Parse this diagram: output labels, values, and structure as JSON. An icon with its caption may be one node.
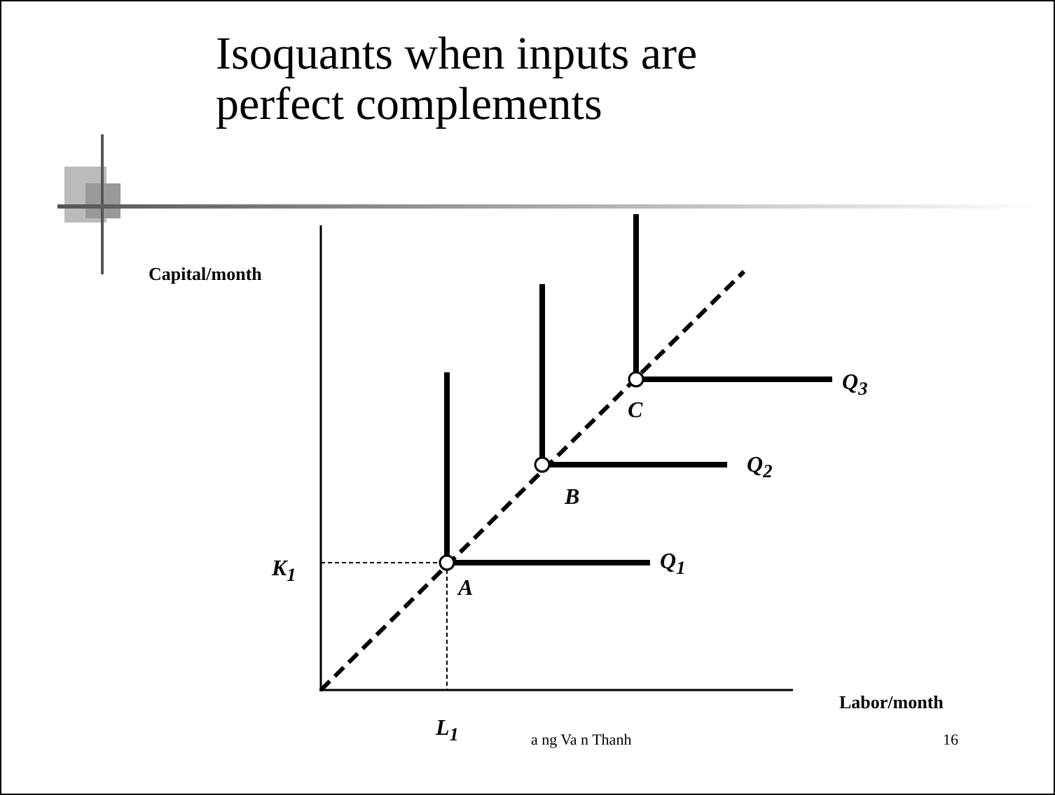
{
  "diagram": {
    "title": "Isoquants when inputs are perfect complements",
    "labels": [
      "Capital/month",
      "K$_{1}$",
      "A",
      "B",
      "C",
      "Q$_{1}$",
      "Q$_{2}$",
      "Q$_{3}$",
      "L$_{1}$",
      "Labor/month",
      "a ng Va n Thanh",
      "16"
    ]
  }
}
